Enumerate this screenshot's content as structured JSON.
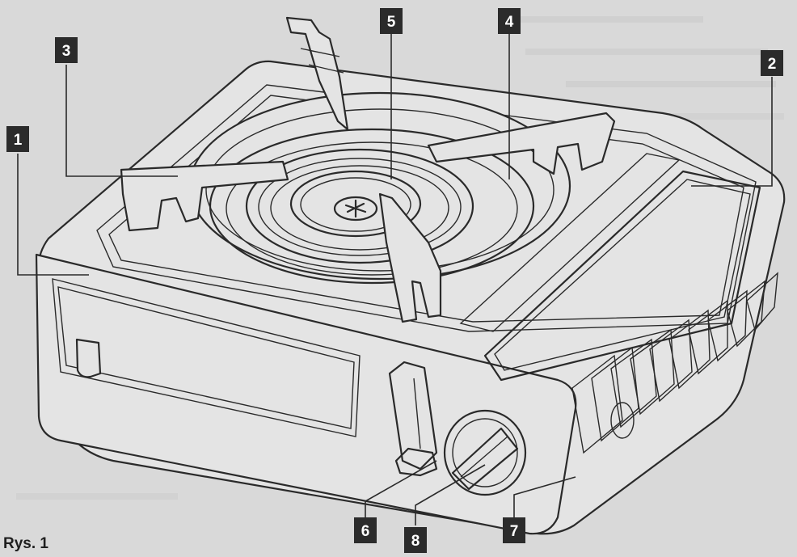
{
  "figure": {
    "caption": "Rys. 1",
    "callouts": [
      {
        "id": "1",
        "label": "1"
      },
      {
        "id": "2",
        "label": "2"
      },
      {
        "id": "3",
        "label": "3"
      },
      {
        "id": "4",
        "label": "4"
      },
      {
        "id": "5",
        "label": "5"
      },
      {
        "id": "6",
        "label": "6"
      },
      {
        "id": "7",
        "label": "7"
      },
      {
        "id": "8",
        "label": "8"
      }
    ]
  }
}
